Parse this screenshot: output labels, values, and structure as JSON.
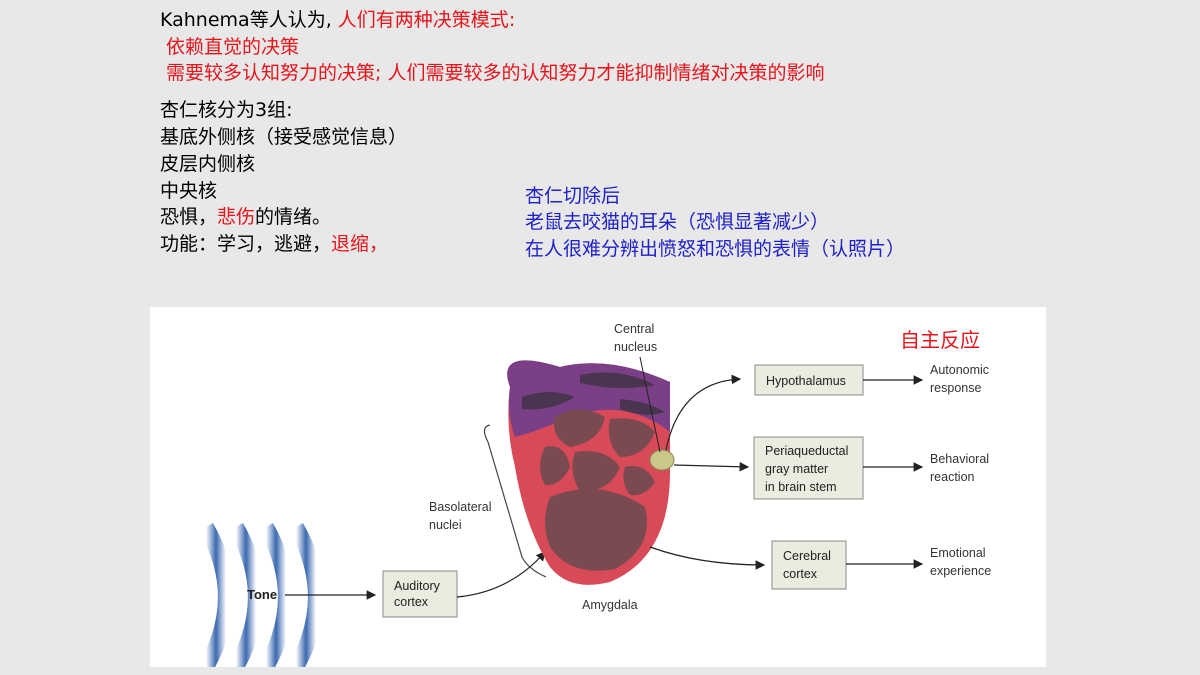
{
  "text": {
    "l1a": "Kahnema等人认为",
    "l1b": ", ",
    "l1c": "人们有两种决策模式",
    "l1d": ":",
    "l2": "依赖直觉的决策",
    "l3a": "需要较多认知努力的决策",
    "l3b": "; ",
    "l3c": "人们需要较多的认知努力才能抑制情绪对决策的影响",
    "l4": "杏仁核分为3组",
    "l4b": ":",
    "l5": "基底外侧核（接受感觉信息）",
    "l6": "皮层内侧核",
    "l7": "中央核",
    "l8a": "恐惧，",
    "l8b": "悲伤",
    "l8c": "的情绪。",
    "l9a": "功能：学习，逃避，",
    "l9b": "退缩，",
    "b1": "杏仁切除后",
    "b2": "老鼠去咬猫的耳朵（恐惧显著减少）",
    "b3": "在人很难分辨出愤怒和恐惧的表情（认照片）"
  },
  "figure": {
    "tone": "Tone",
    "auditory1": "Auditory",
    "auditory2": "cortex",
    "amygdala": "Amygdala",
    "basolateral1": "Basolateral",
    "basolateral2": "nuclei",
    "central1": "Central",
    "central2": "nucleus",
    "hypothalamus": "Hypothalamus",
    "peri1": "Periaqueductal",
    "peri2": "gray matter",
    "peri3": "in brain stem",
    "cerebral1": "Cerebral",
    "cerebral2": "cortex",
    "auto1": "Autonomic",
    "auto2": "response",
    "beh1": "Behavioral",
    "beh2": "reaction",
    "emo1": "Emotional",
    "emo2": "experience",
    "cn_label": "自主反应"
  },
  "colors": {
    "red_text": "#e8141b",
    "blue_text": "#1f22c9",
    "amygdala_red": "#d94a58",
    "amygdala_purple": "#7a3f86",
    "nuclei": "#7a4a50",
    "box_fill": "#e9ecdf",
    "wave_blue": "#3a68b0"
  }
}
